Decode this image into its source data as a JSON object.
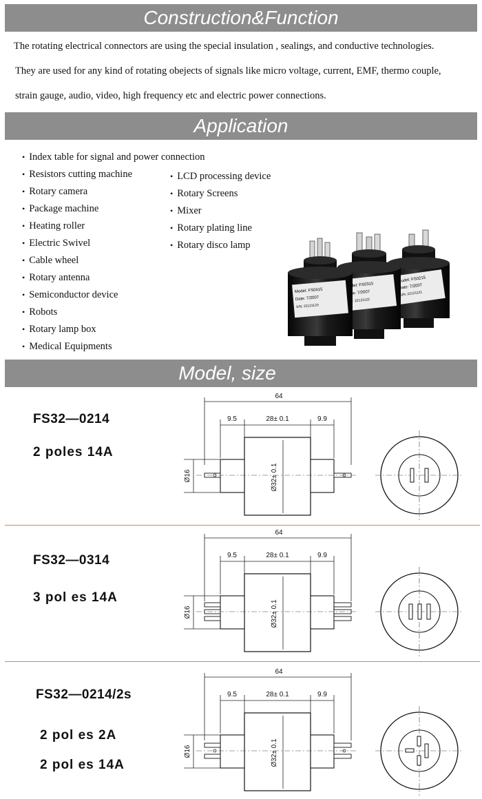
{
  "sections": {
    "construction_title": "Construction&Function",
    "application_title": "Application",
    "model_title": "Model, size"
  },
  "intro_lines": [
    "The rotating electrical connectors are using the special insulation , sealings, and conductive technologies.",
    "They are used for any kind of rotating obejects of signals like micro voltage, current, EMF, thermo couple,",
    "strain gauge, audio, video, high frequency etc and electric power connections."
  ],
  "applications_left": [
    "Index table for signal and power connection",
    "Resistors cutting machine",
    "Rotary camera",
    "Package machine",
    "Heating roller",
    "Electric Swivel",
    "Cable wheel",
    "Rotary antenna",
    "Semiconductor device",
    "Robots",
    "Rotary lamp box",
    "Medical Equipments"
  ],
  "applications_right": [
    "LCD processing device",
    "Rotary Screens",
    "Mixer",
    "Rotary plating line",
    "Rotary disco lamp"
  ],
  "product_labels": [
    {
      "model": "Model: FS0415",
      "date": "Date: 7/2007",
      "sn": "S/N: 22121123"
    },
    {
      "model": "Model: FS0315",
      "date": "Date: 7/2007",
      "sn": "S/N: 22121122"
    },
    {
      "model": "Model: FS0215",
      "date": "Date: 7/2007",
      "sn": "S/N: 22121121"
    }
  ],
  "models": [
    {
      "name": "FS32—0214",
      "specs": [
        "2 poles 14A"
      ],
      "pins": 2
    },
    {
      "name": "FS32—0314",
      "specs": [
        "3 pol es 14A"
      ],
      "pins": 3
    },
    {
      "name": "FS32—0214/2s",
      "specs": [
        "2 pol es 2A",
        "2 pol es 14A"
      ],
      "pins": 4
    }
  ],
  "dimensions": {
    "overall": "64",
    "left": "9.5",
    "middle": "28± 0.1",
    "right": "9.9",
    "shaft": "Ø16",
    "body": "Ø32± 0.1"
  },
  "colors": {
    "band": "#8d8d8d",
    "divider": "#d98a3a",
    "body_black": "#151515"
  }
}
